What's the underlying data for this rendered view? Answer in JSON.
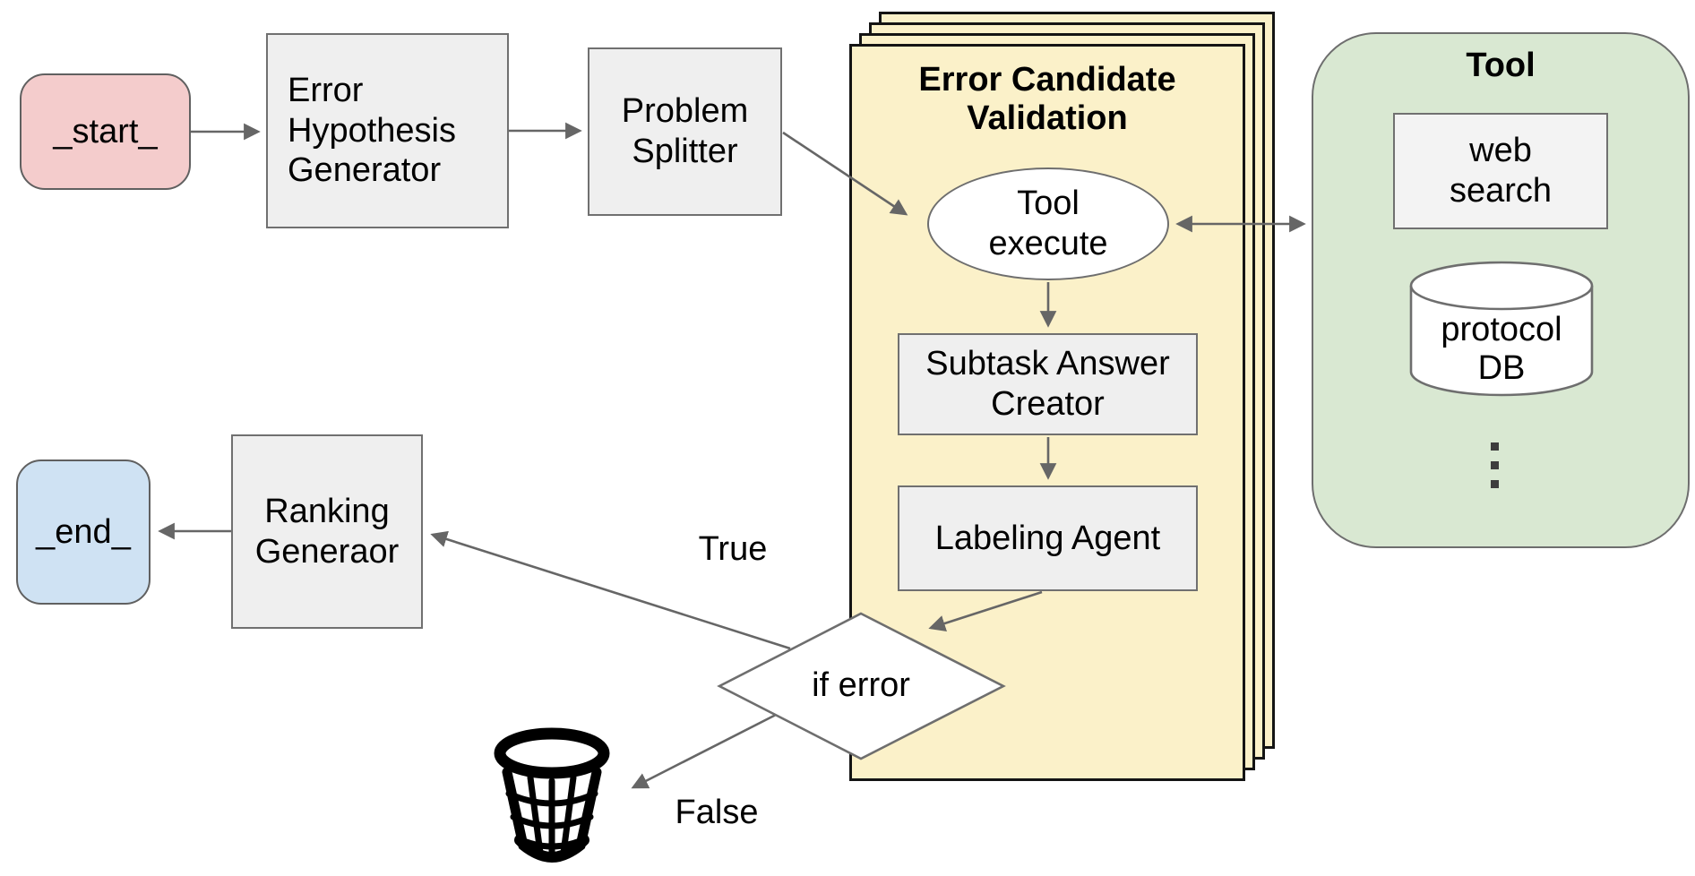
{
  "diagram": {
    "colors": {
      "start_fill": "#f4cccc",
      "end_fill": "#cfe2f3",
      "process_fill": "#efefef",
      "validation_panel_fill": "#fbf1c9",
      "tool_panel_fill": "#d9e8d2",
      "shape_border": "#6e6e6e",
      "panel_border": "#141414",
      "arrow": "#666666",
      "text": "#000000"
    },
    "nodes": {
      "start": {
        "label": "_start_"
      },
      "error_hypothesis_generator": {
        "label": "Error\nHypothesis\nGenerator"
      },
      "problem_splitter": {
        "label": "Problem\nSplitter"
      },
      "error_candidate_validation": {
        "title": "Error Candidate\nValidation"
      },
      "tool_execute": {
        "label": "Tool\nexecute"
      },
      "subtask_answer_creator": {
        "label": "Subtask Answer\nCreator"
      },
      "labeling_agent": {
        "label": "Labeling Agent"
      },
      "if_error": {
        "label": "if error"
      },
      "ranking_generator": {
        "label": "Ranking\nGeneraor"
      },
      "end": {
        "label": "_end_"
      },
      "tool_panel": {
        "title": "Tool",
        "more_indicator": "⋮"
      },
      "web_search": {
        "label": "web\nsearch"
      },
      "protocol_db": {
        "label": "protocol\nDB"
      },
      "trash": {
        "icon": "wastebasket"
      }
    },
    "edge_labels": {
      "true": "True",
      "false": "False"
    },
    "edges": [
      {
        "from": "start",
        "to": "error_hypothesis_generator"
      },
      {
        "from": "error_hypothesis_generator",
        "to": "problem_splitter"
      },
      {
        "from": "problem_splitter",
        "to": "tool_execute"
      },
      {
        "from": "tool_execute",
        "to": "tool_panel",
        "bidirectional": true
      },
      {
        "from": "tool_execute",
        "to": "subtask_answer_creator"
      },
      {
        "from": "subtask_answer_creator",
        "to": "labeling_agent"
      },
      {
        "from": "labeling_agent",
        "to": "if_error"
      },
      {
        "from": "if_error",
        "to": "ranking_generator",
        "label": "True"
      },
      {
        "from": "if_error",
        "to": "trash",
        "label": "False"
      },
      {
        "from": "ranking_generator",
        "to": "end"
      }
    ]
  }
}
